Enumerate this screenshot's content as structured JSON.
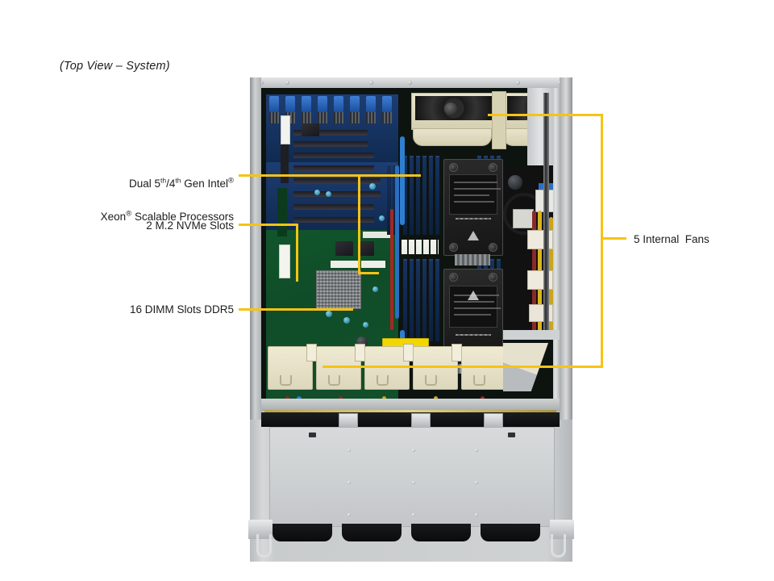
{
  "diagram": {
    "title": "(Top View – System)",
    "accent_color": "#F6C316",
    "background_color": "#FFFFFF"
  },
  "callouts": [
    {
      "id": "cpu",
      "line1_prefix": "Dual 5",
      "line1_sup1": "th",
      "line1_mid": "/4",
      "line1_sup2": "th",
      "line1_suffix": " Gen Intel",
      "line1_reg": "®",
      "line2_prefix": "Xeon",
      "line2_reg": "®",
      "line2_suffix": " Scalable Processors",
      "plain": "Dual 5th/4th Gen Intel® Xeon® Scalable Processors"
    },
    {
      "id": "m2",
      "label": "2 M.2 NVMe Slots"
    },
    {
      "id": "dimm",
      "label": "16 DIMM Slots DDR5"
    },
    {
      "id": "fans",
      "label": "5 Internal  Fans"
    }
  ]
}
